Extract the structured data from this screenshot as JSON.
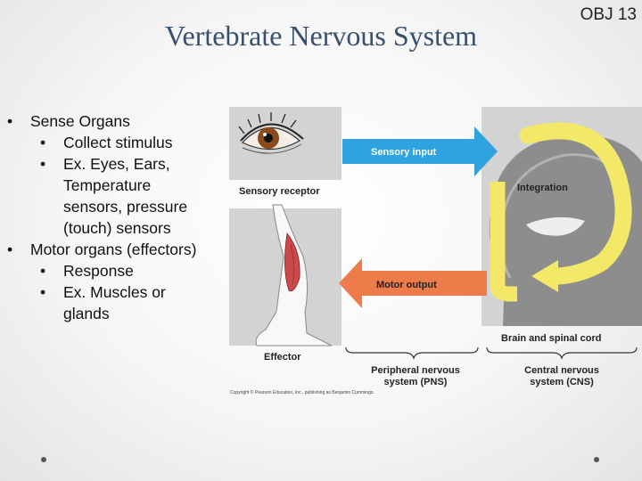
{
  "slide": {
    "title": "Vertebrate Nervous System",
    "tag": "OBJ 13"
  },
  "bullets": [
    {
      "level": 1,
      "text": "Sense Organs"
    },
    {
      "level": 2,
      "text": "Collect stimulus"
    },
    {
      "level": 2,
      "text": "Ex. Eyes, Ears,"
    },
    {
      "level": 2,
      "text": "Temperature",
      "continuation": true
    },
    {
      "level": 2,
      "text": "sensors, pressure",
      "continuation": true
    },
    {
      "level": 2,
      "text": "(touch) sensors",
      "continuation": true
    },
    {
      "level": 1,
      "text": "Motor organs (effectors)"
    },
    {
      "level": 2,
      "text": "Response"
    },
    {
      "level": 2,
      "text": "Ex. Muscles or"
    },
    {
      "level": 2,
      "text": "glands",
      "continuation": true
    }
  ],
  "bullet_glyph": "•",
  "diagram": {
    "labels": {
      "sensory_receptor": "Sensory receptor",
      "sensory_input": "Sensory input",
      "integration": "Integration",
      "motor_output": "Motor output",
      "effector": "Effector",
      "brain_spinal_cord": "Brain and spinal cord",
      "pns_line1": "Peripheral nervous",
      "pns_line2": "system (PNS)",
      "cns_line1": "Central nervous",
      "cns_line2": "system (CNS)"
    },
    "copyright": "Copyright © Pearson Education, Inc., publishing as Benjamin Cummings.",
    "colors": {
      "sensory_arrow": "#2ea3e0",
      "motor_arrow": "#ee7b4a",
      "integration_loop": "#f3e867",
      "head_silhouette": "#8d8d8d",
      "panel_bg": "#d3d3d3"
    },
    "icons": [
      "eye-icon",
      "leg-icon",
      "head-silhouette-icon"
    ]
  }
}
